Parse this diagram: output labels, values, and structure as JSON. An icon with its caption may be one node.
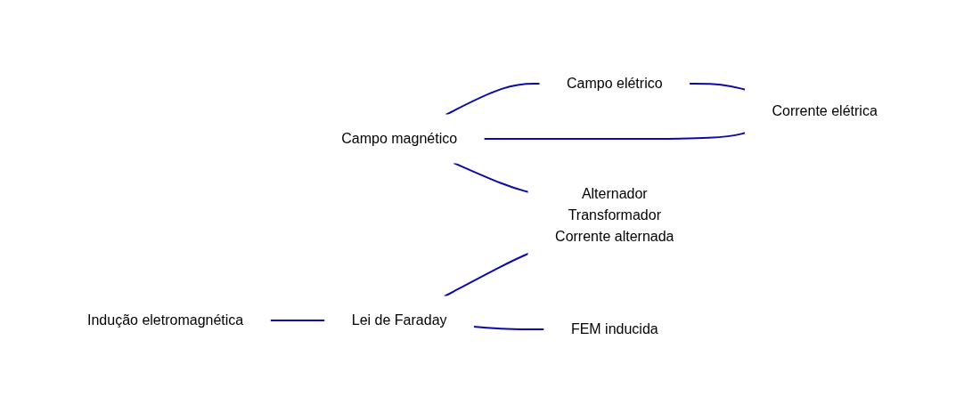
{
  "diagram": {
    "nodes": [
      {
        "text": [
          "Campo magnético"
        ]
      },
      {
        "text": [
          "Campo elétrico"
        ]
      },
      {
        "text": [
          "Corrente elétrica"
        ]
      },
      {
        "text": [
          "Indução eletromagnética"
        ]
      },
      {
        "text": [
          "Lei de Faraday"
        ]
      },
      {
        "text": [
          "Alternador",
          "Transformador",
          "Corrente alternada"
        ]
      },
      {
        "text": [
          "FEM inducida"
        ]
      }
    ],
    "edges": [
      {
        "from": 0,
        "to": 1,
        "arrow": "none"
      },
      {
        "from": 1,
        "to": 2,
        "arrow": "none"
      },
      {
        "from": 0,
        "to": 2,
        "arrow": "none"
      },
      {
        "from": 0,
        "to": 5,
        "arrow": "none"
      },
      {
        "from": 3,
        "to": 4,
        "arrow": "none"
      },
      {
        "from": 4,
        "to": 5,
        "arrow": "none"
      },
      {
        "from": 4,
        "to": 6,
        "arrow": "none"
      }
    ]
  }
}
